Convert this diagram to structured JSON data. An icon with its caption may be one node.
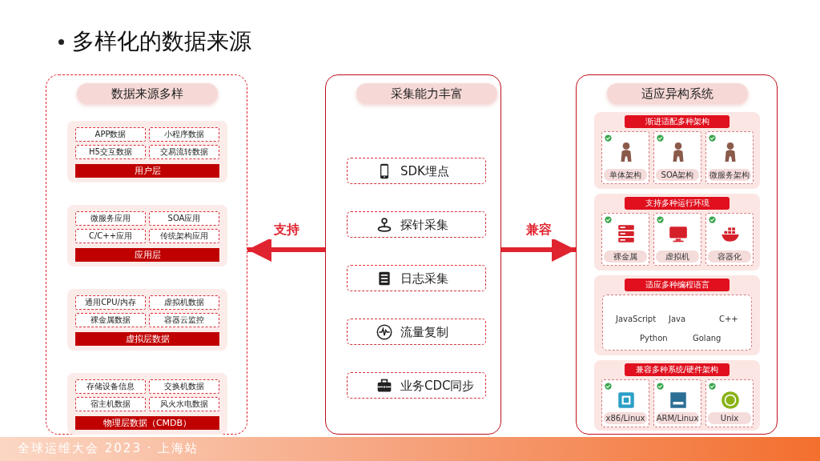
{
  "diagram": {
    "title": "多样化的数据来源",
    "nodes": [
      {
        "text": [
          "数据来源多样"
        ]
      },
      {
        "text": [
          "用户层"
        ],
        "in": 0
      },
      {
        "text": [
          "APP数据"
        ],
        "in": 1
      },
      {
        "text": [
          "小程序数据"
        ],
        "in": 1
      },
      {
        "text": [
          "H5交互数据"
        ],
        "in": 1
      },
      {
        "text": [
          "交易流转数据"
        ],
        "in": 1
      },
      {
        "text": [
          "应用层"
        ],
        "in": 0
      },
      {
        "text": [
          "微服务应用"
        ],
        "in": 6
      },
      {
        "text": [
          "SOA应用"
        ],
        "in": 6
      },
      {
        "text": [
          "C/C++应用"
        ],
        "in": 6
      },
      {
        "text": [
          "传统架构应用"
        ],
        "in": 6
      },
      {
        "text": [
          "虚拟层数据"
        ],
        "in": 0
      },
      {
        "text": [
          "通用CPU/内存"
        ],
        "in": 11
      },
      {
        "text": [
          "虚拟机数据"
        ],
        "in": 11
      },
      {
        "text": [
          "裸金属数据"
        ],
        "in": 11
      },
      {
        "text": [
          "容器云监控"
        ],
        "in": 11
      },
      {
        "text": [
          "物理层数据（CMDB）"
        ],
        "in": 0
      },
      {
        "text": [
          "存储设备信息"
        ],
        "in": 16
      },
      {
        "text": [
          "交换机数据"
        ],
        "in": 16
      },
      {
        "text": [
          "宿主机数据"
        ],
        "in": 16
      },
      {
        "text": [
          "风火水电数据"
        ],
        "in": 16
      },
      {
        "text": [
          "采集能力丰富"
        ]
      },
      {
        "text": [
          "SDK埋点"
        ],
        "in": 21
      },
      {
        "text": [
          "探针采集"
        ],
        "in": 21
      },
      {
        "text": [
          "日志采集"
        ],
        "in": 21
      },
      {
        "text": [
          "流量复制"
        ],
        "in": 21
      },
      {
        "text": [
          "业务CDC同步"
        ],
        "in": 21
      },
      {
        "text": [
          "适应异构系统"
        ]
      },
      {
        "text": [
          "渐进适配多种架构"
        ],
        "in": 27
      },
      {
        "text": [
          "单体架构"
        ],
        "in": 28
      },
      {
        "text": [
          "SOA架构"
        ],
        "in": 28
      },
      {
        "text": [
          "微服务架构"
        ],
        "in": 28
      },
      {
        "text": [
          "支持多种运行环境"
        ],
        "in": 27
      },
      {
        "text": [
          "裸金属"
        ],
        "in": 32
      },
      {
        "text": [
          "虚拟机"
        ],
        "in": 32
      },
      {
        "text": [
          "容器化"
        ],
        "in": 32
      },
      {
        "text": [
          "适应多种编程语言"
        ],
        "in": 27
      },
      {
        "text": [
          "JavaScript",
          "Java",
          "C++",
          "Python",
          "Golang"
        ],
        "in": 36
      },
      {
        "text": [
          "兼容多种系统/硬件架构"
        ],
        "in": 27
      },
      {
        "text": [
          "x86/Linux"
        ],
        "in": 38
      },
      {
        "text": [
          "ARM/Linux"
        ],
        "in": 38
      },
      {
        "text": [
          "Unix"
        ],
        "in": 38
      }
    ],
    "edges": [
      {
        "from": 21,
        "to": 0,
        "arrow": "to",
        "label": "支持"
      },
      {
        "from": 21,
        "to": 27,
        "arrow": "to",
        "label": "兼容"
      }
    ],
    "labels": [
      "全球运维大会 2023 · 上海站"
    ]
  }
}
